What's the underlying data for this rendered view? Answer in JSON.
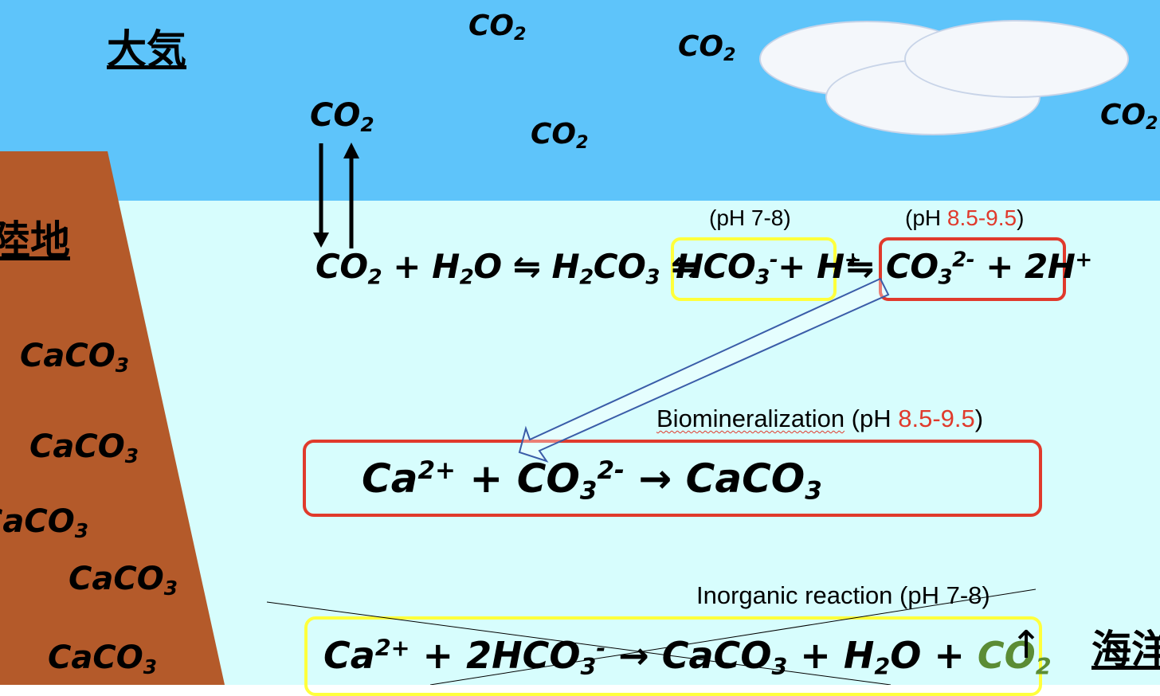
{
  "labels": {
    "atmosphere": "大気",
    "land": "陸地",
    "ocean": "海洋"
  },
  "sky_molecule": {
    "base": "CO",
    "sub": "2"
  },
  "land_molecule": {
    "base": "CaCO",
    "sub": "3"
  },
  "equilibrium": {
    "t1": "CO",
    "t1s": "2",
    "t2": " + H",
    "t2s": "2",
    "t3": "O ⇋ H",
    "t3s": "2",
    "t4": "CO",
    "t4s": "3",
    "t5": " ⇋",
    "hco3": "HCO",
    "hco3_sub": "3",
    "hco3_sup": "-",
    "hplus": "+ H",
    "hplus_sup": "+",
    "eq_arrow": "⇋",
    "co3": "CO",
    "co3_sub": "3",
    "co3_sup": "2-",
    "twoh": " + 2H",
    "twoh_sup": "+"
  },
  "ph_notes": {
    "hco3": "(pH 7-8)",
    "co3_open": "(pH ",
    "co3_value": "8.5-9.5",
    "co3_close": ")"
  },
  "biomineralization": {
    "label": "Biomineralization",
    "ph_open": " (pH ",
    "ph_value": "8.5-9.5",
    "ph_close": ")",
    "ca": "Ca",
    "ca_sup": "2+",
    "plus": " + CO",
    "co3_sub": "3",
    "co3_sup": "2-",
    "arrow": " → CaCO",
    "prod_sub": "3"
  },
  "inorganic": {
    "label": "Inorganic reaction (pH 7-8)",
    "ca": "Ca",
    "ca_sup": "2+",
    "t2": " + 2HCO",
    "t2_sub": "3",
    "t2_sup": "-",
    "t3": " → CaCO",
    "t3_sub": "3",
    "t4": " + H",
    "t4_sub": "2",
    "t5": "O + ",
    "co2": "CO",
    "co2_sub": "2",
    "up_arrow": "↑"
  },
  "colors": {
    "sky": "#5ec4fa",
    "sea": "#d7fdfd",
    "land": "#b45a2a",
    "red_box": "#e03a2c",
    "yellow_box": "#ffff3c",
    "green_text": "#5b8c35",
    "arrow_outline": "#3a5ca8"
  }
}
